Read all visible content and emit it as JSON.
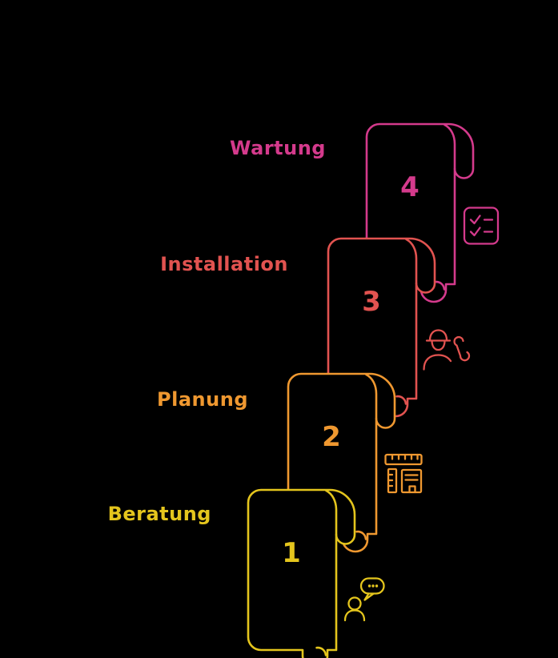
{
  "diagram_title": "",
  "background_color": "#000000",
  "steps": [
    {
      "number": "1",
      "label": "Beratung",
      "color": "#E4C51D",
      "icon": "consultation-chat-icon"
    },
    {
      "number": "2",
      "label": "Planung",
      "color": "#EF9830",
      "icon": "planning-ruler-building-icon"
    },
    {
      "number": "3",
      "label": "Installation",
      "color": "#E25350",
      "icon": "installation-worker-wrench-icon"
    },
    {
      "number": "4",
      "label": "Wartung",
      "color": "#D43A8C",
      "icon": "maintenance-checklist-icon"
    }
  ]
}
